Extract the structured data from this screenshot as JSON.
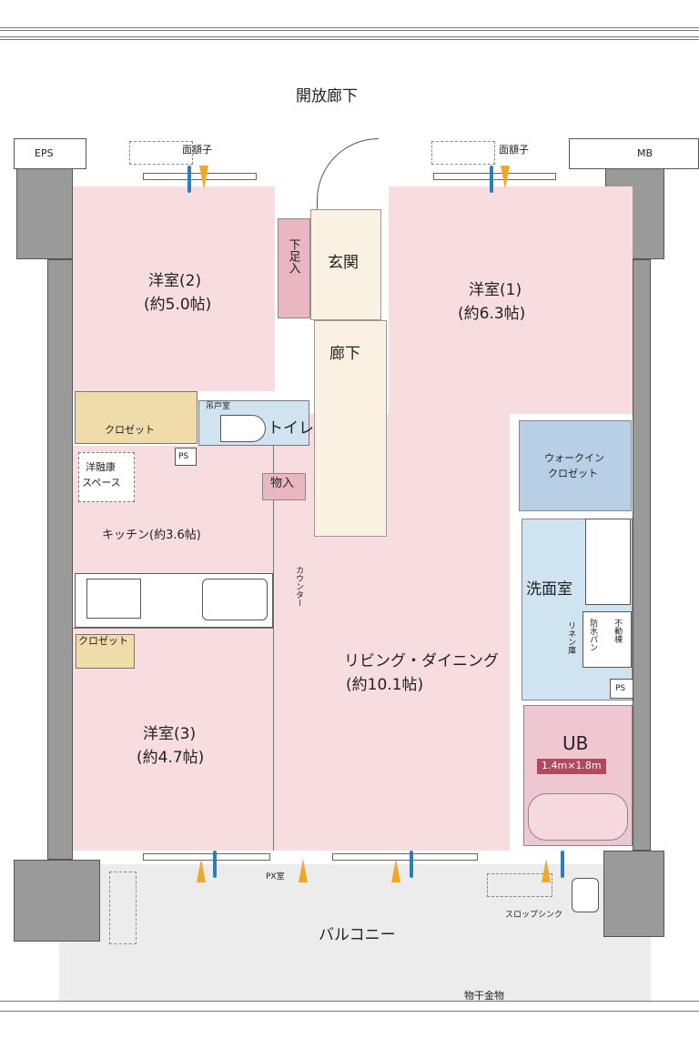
{
  "corridor": {
    "label": "開放廊下"
  },
  "utility": {
    "eps": "EPS",
    "mb": "MB",
    "ps_labels": [
      "PS",
      "PS"
    ],
    "px_room": "PX室"
  },
  "vents": {
    "label": "面額子"
  },
  "rooms": {
    "western2": {
      "name": "洋室(2)",
      "size": "(約5.0帖)"
    },
    "western1": {
      "name": "洋室(1)",
      "size": "(約6.3帖)"
    },
    "western3": {
      "name": "洋室(3)",
      "size": "(約4.7帖)"
    },
    "entrance": {
      "name": "玄関"
    },
    "shoe": {
      "name": "下足入"
    },
    "hallway": {
      "name": "廊下"
    },
    "toilet": {
      "name": "トイレ",
      "note": "吊戸室"
    },
    "closet_upper": {
      "name": "クロゼット"
    },
    "closet_lower": {
      "name": "クロゼット"
    },
    "storage": {
      "name": "物入"
    },
    "space": {
      "line1": "洋融康",
      "line2": "スペース"
    },
    "kitchen": {
      "name": "キッチン(約3.6帖)"
    },
    "counter": {
      "name": "カウンター"
    },
    "ldk": {
      "name": "リビング・ダイニング",
      "size": "(約10.1帖)"
    },
    "wic": {
      "line1": "ウォークイン",
      "line2": "クロゼット"
    },
    "washroom": {
      "name": "洗面室",
      "linen": "リネン庫",
      "pan": "防水パン",
      "dryer": "不動棟"
    },
    "ub": {
      "name": "UB",
      "size": "1.4m×1.8m"
    },
    "balcony": {
      "name": "バルコニー",
      "slop": "スロップシンク",
      "hanger": "物干金物"
    }
  },
  "colors": {
    "room": "#f7dde0",
    "wet": "#cfe3f0",
    "closet": "#efdcaa",
    "wall": "#9a9a9a",
    "warm_arrow": "#f0a828",
    "cool_arrow": "#2a7fb8"
  }
}
